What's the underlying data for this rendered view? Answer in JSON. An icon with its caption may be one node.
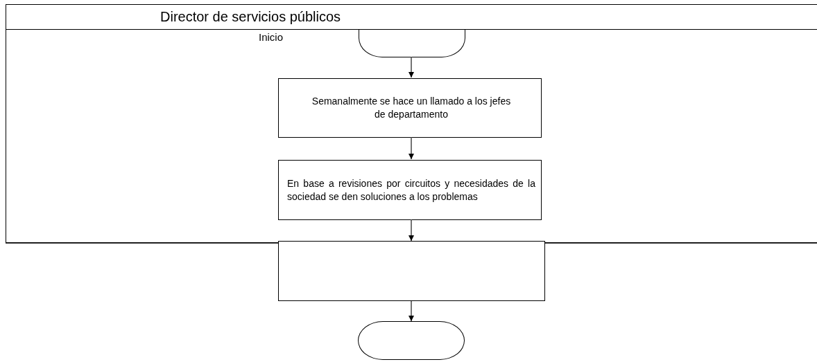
{
  "diagram": {
    "nodes": [
      {
        "text": [
          "Director de servicios públicos"
        ]
      },
      {
        "text": [],
        "shape": "terminator",
        "in": 0
      },
      {
        "text": [
          "Semanalmente se hace un llamado a los jefes de departamento"
        ],
        "in": 0
      },
      {
        "text": [
          "En base a revisiones por circuitos y necesidades de la sociedad se den soluciones a los problemas"
        ],
        "in": 0
      },
      {
        "text": [],
        "shape": "box"
      },
      {
        "text": [],
        "shape": "terminator"
      }
    ],
    "edges": [
      {
        "from": 1,
        "to": 2,
        "arrow": "to"
      },
      {
        "from": 2,
        "to": 3,
        "arrow": "to"
      },
      {
        "from": 3,
        "to": 4,
        "arrow": "to"
      },
      {
        "from": 4,
        "to": 5,
        "arrow": "to"
      }
    ],
    "labels": [
      "Inicio"
    ]
  }
}
